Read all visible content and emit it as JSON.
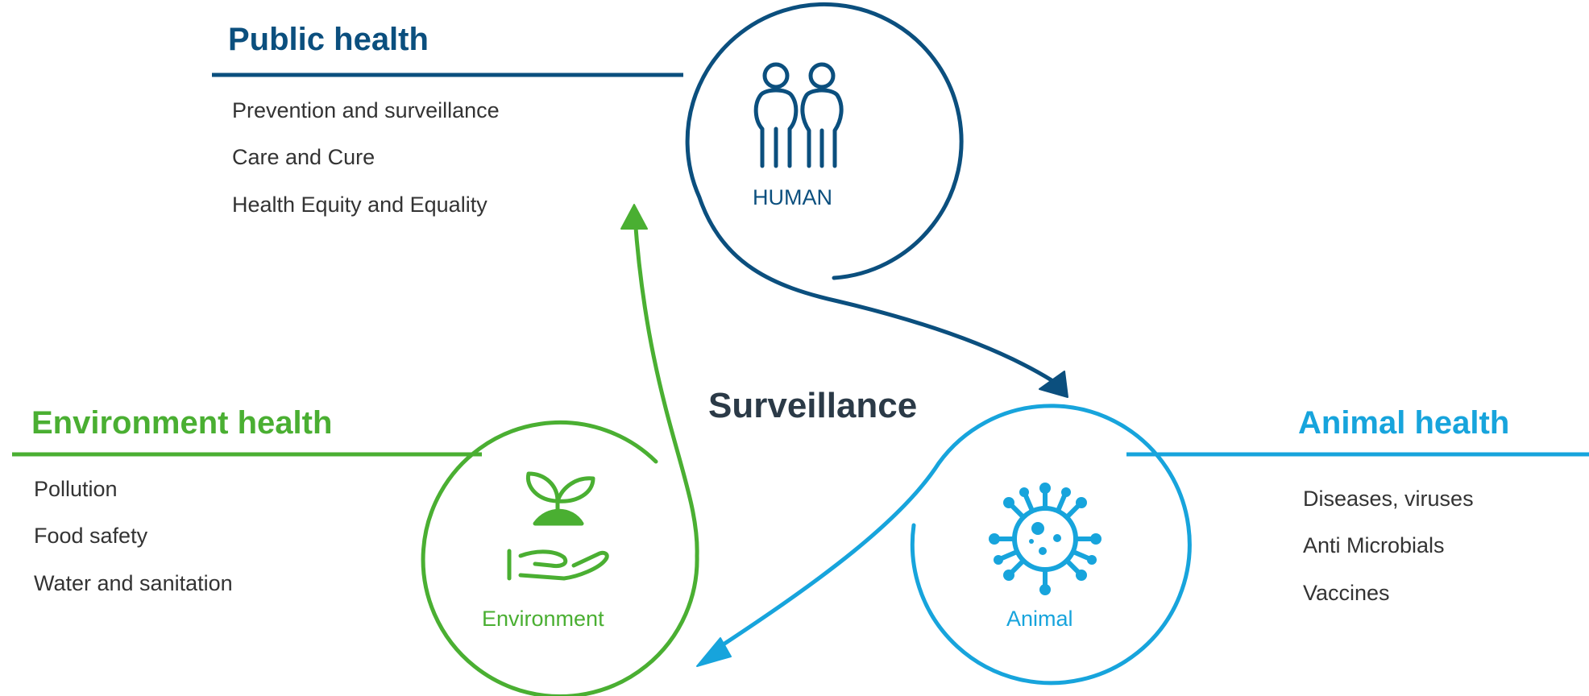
{
  "colors": {
    "human": "#0b4f7e",
    "animal": "#17a4dc",
    "environment": "#4aaf32",
    "text": "#333333",
    "center": "#2b3a47"
  },
  "public_health": {
    "heading": "Public health",
    "items": [
      "Prevention and surveillance",
      "Care and Cure",
      "Health Equity and Equality"
    ],
    "node_label": "HUMAN",
    "icon": "people-icon"
  },
  "environment_health": {
    "heading": "Environment health",
    "items": [
      "Pollution",
      "Food safety",
      "Water and sanitation"
    ],
    "node_label": "Environment",
    "icon": "plant-in-hand-icon"
  },
  "animal_health": {
    "heading": "Animal health",
    "items": [
      "Diseases, viruses",
      "Anti Microbials",
      "Vaccines"
    ],
    "node_label": "Animal",
    "icon": "virus-icon"
  },
  "center_label": "Surveillance"
}
